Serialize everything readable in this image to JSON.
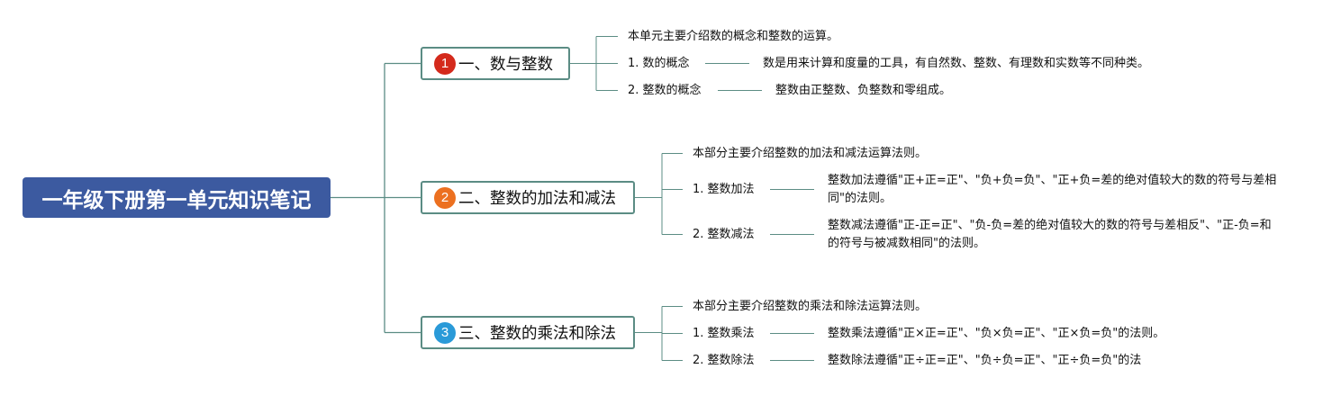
{
  "root": {
    "title": "一年级下册第一单元知识笔记",
    "color": "#3c5aa0"
  },
  "branches": [
    {
      "number": "1",
      "badge_color": "#d42a1c",
      "title": "一、数与整数",
      "intro": "本单元主要介绍数的概念和整数的运算。",
      "items": [
        {
          "label": "1. 数的概念",
          "desc": "数是用来计算和度量的工具，有自然数、整数、有理数和实数等不同种类。"
        },
        {
          "label": "2. 整数的概念",
          "desc": "整数由正整数、负整数和零组成。"
        }
      ]
    },
    {
      "number": "2",
      "badge_color": "#ec7020",
      "title": "二、整数的加法和减法",
      "intro": "本部分主要介绍整数的加法和减法运算法则。",
      "items": [
        {
          "label": "1. 整数加法",
          "desc": "整数加法遵循\"正+正=正\"、\"负+负=负\"、\"正+负=差的绝对值较大的数的符号与差相同\"的法则。"
        },
        {
          "label": "2. 整数减法",
          "desc": "整数减法遵循\"正-正=正\"、\"负-负=差的绝对值较大的数的符号与差相反\"、\"正-负=和的符号与被减数相同\"的法则。"
        }
      ]
    },
    {
      "number": "3",
      "badge_color": "#2a9ad8",
      "title": "三、整数的乘法和除法",
      "intro": "本部分主要介绍整数的乘法和除法运算法则。",
      "items": [
        {
          "label": "1. 整数乘法",
          "desc": "整数乘法遵循\"正×正=正\"、\"负×负=正\"、\"正×负=负\"的法则。"
        },
        {
          "label": "2. 整数除法",
          "desc": "整数除法遵循\"正÷正=正\"、\"负÷负=正\"、\"正÷负=负\"的法"
        }
      ]
    }
  ]
}
